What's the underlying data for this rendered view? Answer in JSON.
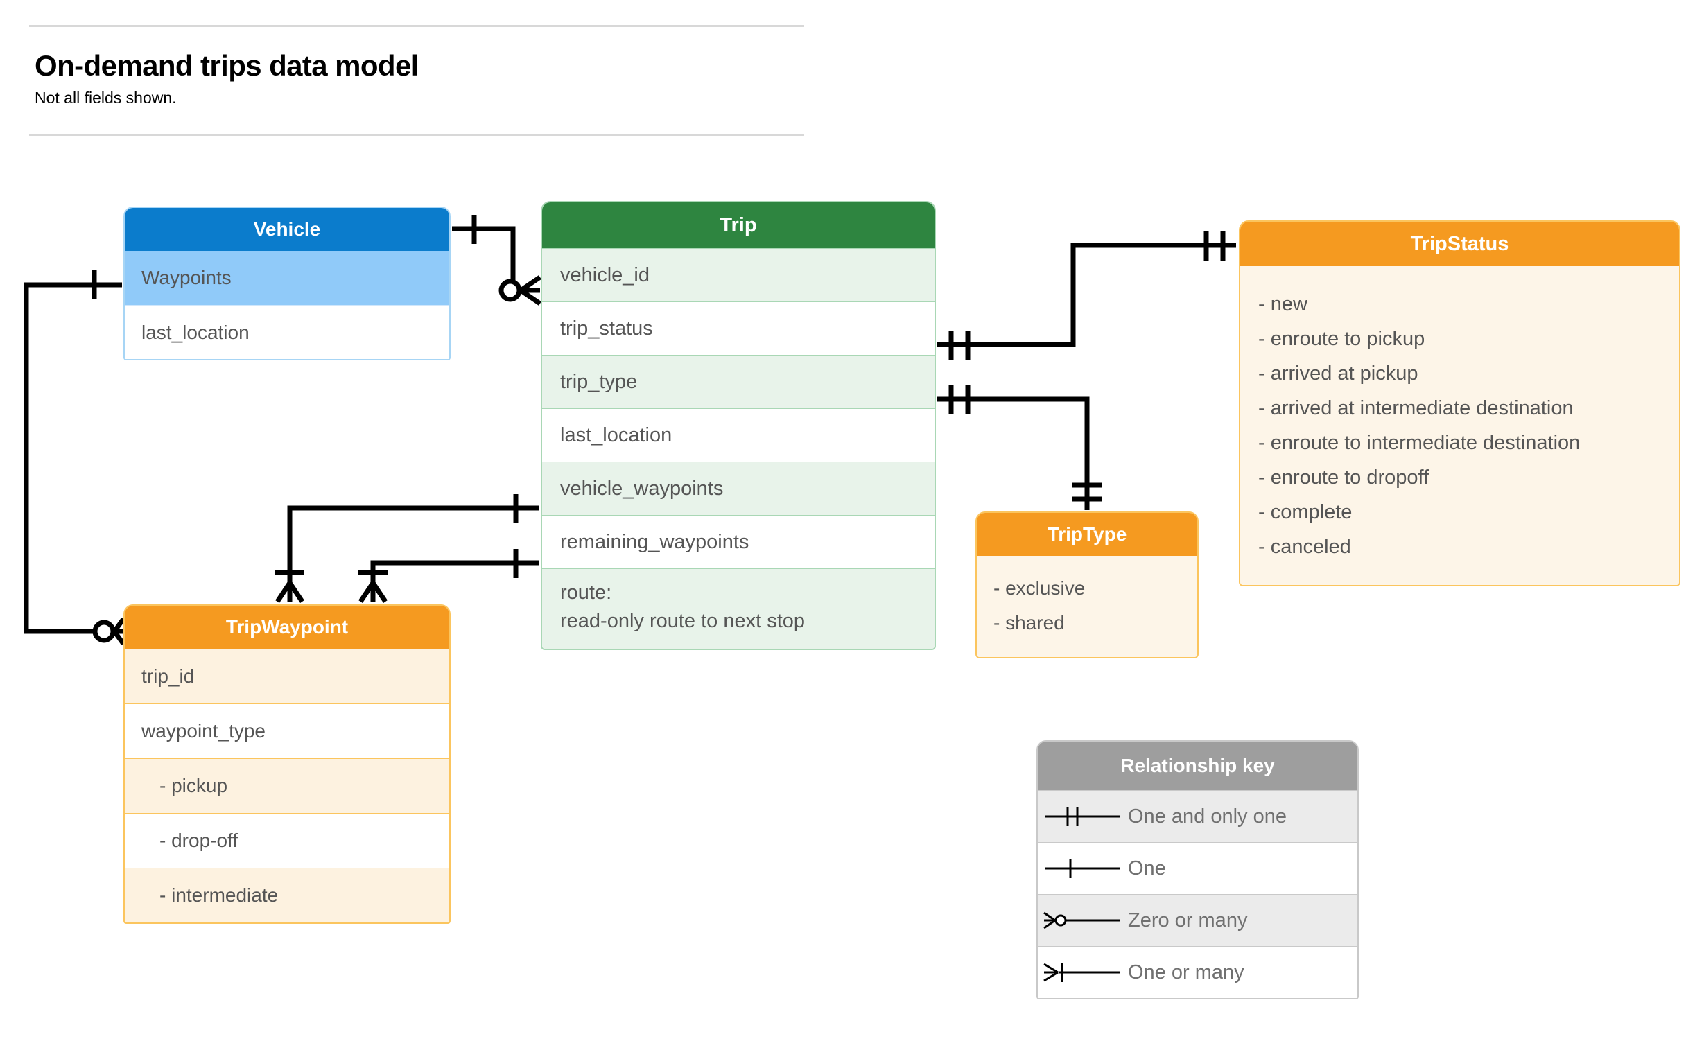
{
  "header": {
    "title": "On-demand trips data model",
    "subtitle": "Not all fields shown."
  },
  "entities": {
    "vehicle": {
      "name": "Vehicle",
      "header_color": "#0b7ccc",
      "rows": [
        {
          "label": "Waypoints"
        },
        {
          "label": "last_location"
        }
      ]
    },
    "trip": {
      "name": "Trip",
      "header_color": "#2e8540",
      "rows": [
        {
          "label": "vehicle_id"
        },
        {
          "label": "trip_status"
        },
        {
          "label": "trip_type"
        },
        {
          "label": "last_location"
        },
        {
          "label": "vehicle_waypoints"
        },
        {
          "label": "remaining_waypoints"
        },
        {
          "label": "route:",
          "label2": "read-only route to next stop"
        }
      ]
    },
    "tripstatus": {
      "name": "TripStatus",
      "header_color": "#f59a20",
      "values": [
        "- new",
        "- enroute to pickup",
        "- arrived at pickup",
        "- arrived at intermediate destination",
        "- enroute to intermediate destination",
        "- enroute to dropoff",
        "- complete",
        "- canceled"
      ]
    },
    "triptype": {
      "name": "TripType",
      "header_color": "#f59a20",
      "values": [
        "- exclusive",
        "- shared"
      ]
    },
    "tripwaypoint": {
      "name": "TripWaypoint",
      "header_color": "#f59a20",
      "rows": [
        {
          "label": "trip_id"
        },
        {
          "label": "waypoint_type"
        },
        {
          "label": "-  pickup"
        },
        {
          "label": "-  drop-off"
        },
        {
          "label": "-  intermediate"
        }
      ]
    }
  },
  "relationship_key": {
    "title": "Relationship key",
    "rows": [
      {
        "glyph": "one-and-only-one-icon",
        "label": "One and only one"
      },
      {
        "glyph": "one-icon",
        "label": "One"
      },
      {
        "glyph": "zero-or-many-icon",
        "label": "Zero or many"
      },
      {
        "glyph": "one-or-many-icon",
        "label": "One or many"
      }
    ]
  },
  "relationships": [
    {
      "from": "Vehicle",
      "from_card": "one",
      "to": "Trip.vehicle_id",
      "to_card": "zero-or-many"
    },
    {
      "from": "Vehicle.Waypoints",
      "from_card": "one",
      "to": "TripWaypoint",
      "to_card": "zero-or-many"
    },
    {
      "from": "Trip.trip_status",
      "from_card": "one-and-only-one",
      "to": "TripStatus",
      "to_card": "one-and-only-one"
    },
    {
      "from": "Trip.trip_type",
      "from_card": "one-and-only-one",
      "to": "TripType",
      "to_card": "one-and-only-one"
    },
    {
      "from": "Trip.vehicle_waypoints",
      "from_card": "one",
      "to": "TripWaypoint",
      "to_card": "one-or-many"
    },
    {
      "from": "Trip.remaining_waypoints",
      "from_card": "one",
      "to": "TripWaypoint",
      "to_card": "one-or-many"
    }
  ]
}
